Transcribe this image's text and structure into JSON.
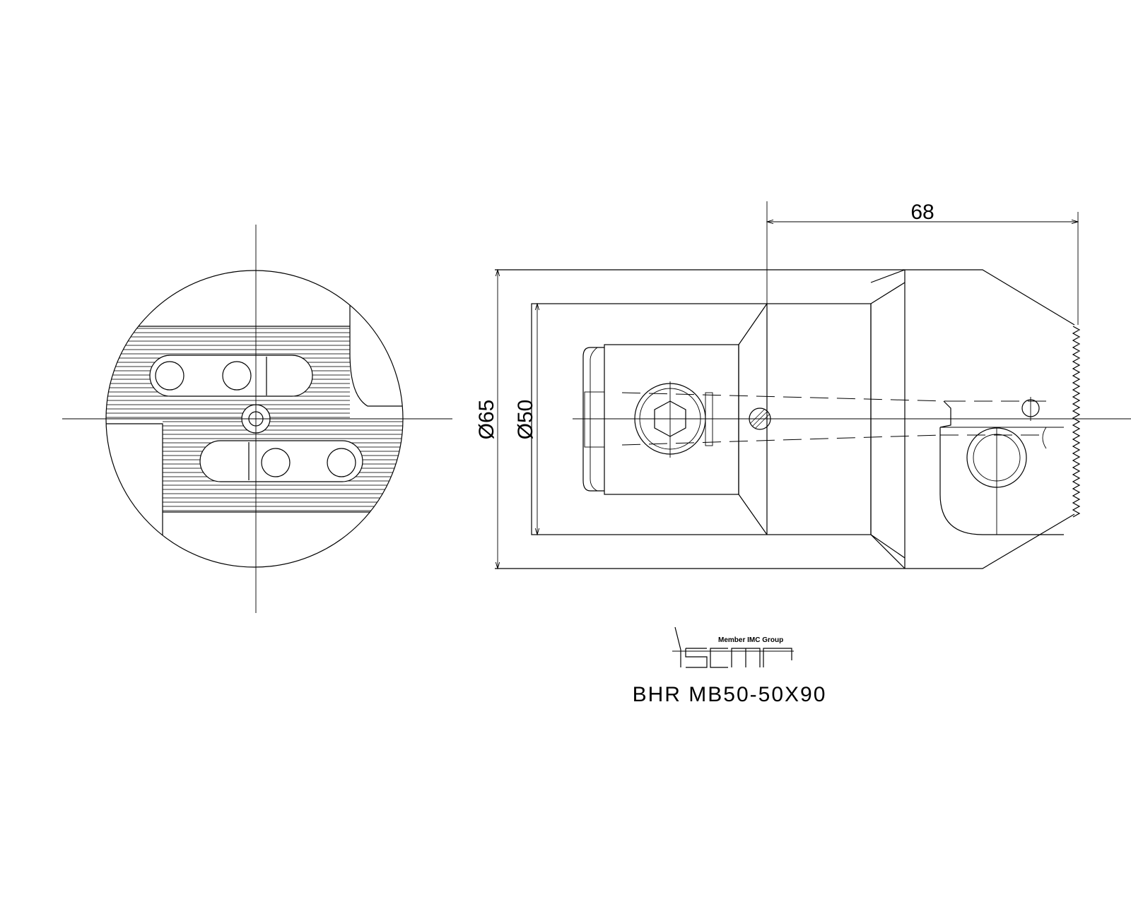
{
  "dimensions": {
    "length_label": "68",
    "outer_diameter_label": "Ø65",
    "inner_diameter_label": "Ø50"
  },
  "logo": {
    "member_text": "Member IMC Group",
    "brand": "iscar"
  },
  "part_number": "BHR  MB50-50X90"
}
